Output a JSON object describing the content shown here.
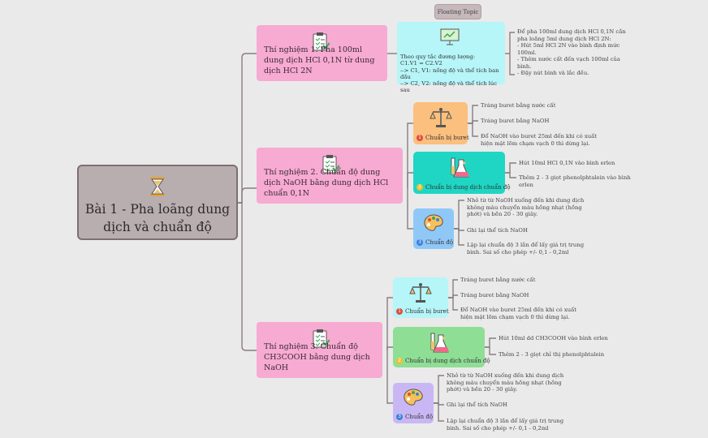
{
  "colors": {
    "branch_line": "#8a7d80",
    "root_fill": "#b8aeb0",
    "experiment_fill": "#f7aad2",
    "rule_fill": "#b6f5f8"
  },
  "floating_topic": "Floating Topic",
  "root": {
    "title": "Bài 1 - Pha loãng dung dịch và chuẩn độ",
    "icon": "hourglass-icon"
  },
  "experiments": [
    {
      "title": "Thí nghiệm 1. Pha 100ml dung dịch HCl 0,1N từ dung dịch HCl 2N",
      "icon": "checklist-icon",
      "rule": {
        "icon": "presentation-board-icon",
        "lines": [
          "Theo quy tắc đương lượng:",
          "C1.V1 = C2.V2",
          "--> C1, V1: nồng độ và thể tích ban đầu",
          "--> C2, V2: nồng độ và thể tích lúc sau"
        ]
      },
      "note_lines": [
        "Để pha 100ml dung dịch HCl 0,1N cần",
        "pha loãng 5ml dung dịch HCl 2N:",
        "- Hút 5ml HCl 2N vào bình định mức",
        "100ml.",
        "- Thêm nước cất đến vạch 100ml của",
        "bình.",
        "- Đậy nút bình và lắc đều."
      ]
    },
    {
      "title": "Thí nghiệm 2. Chuẩn độ dung dịch NaOH bằng dung dịch HCl chuẩn 0,1N",
      "icon": "checklist-icon",
      "steps": [
        {
          "number": "1",
          "label": "Chuẩn bị buret",
          "icon": "balance-scale-icon",
          "fill": "#fbbf7e",
          "num_color": "#e24b3b",
          "leaves": [
            [
              "Tráng buret bằng nước cất"
            ],
            [
              "Tráng buret bằng NaOH"
            ],
            [
              "Đổ NaOH vào buret 25ml đến khi có xuất",
              "hiện mặt lõm chạm vạch 0 thì dừng lại."
            ]
          ]
        },
        {
          "number": "2",
          "label": "Chuẩn bị dung dịch chuẩn độ",
          "icon": "lab-flask-icon",
          "fill": "#1fd6c4",
          "num_color": "#f3c02c",
          "leaves": [
            [
              "Hút 10ml HCl 0,1N vào bình erlen"
            ],
            [
              "Thêm 2 - 3 giọt phenolphtalein vào bình",
              "erlen"
            ]
          ]
        },
        {
          "number": "3",
          "label": "Chuẩn độ",
          "icon": "palette-icon",
          "fill": "#8fc8f7",
          "num_color": "#3d7fd9",
          "leaves": [
            [
              "Nhỏ từ từ NaOH xuống đến khi dung dịch",
              "không màu chuyển màu hồng nhạt (hồng",
              "phớt) và bền 20 - 30 giây."
            ],
            [
              "Ghi lại thể tích NaOH"
            ],
            [
              "Lặp lại chuẩn độ 3 lần để lấy giá trị trung",
              "bình. Sai số cho phép +/- 0,1 - 0,2ml"
            ]
          ]
        }
      ]
    },
    {
      "title": "Thí nghiệm 3. Chuẩn độ CH3COOH bằng dung dịch NaOH",
      "icon": "checklist-icon",
      "steps": [
        {
          "number": "1",
          "label": "Chuẩn bị buret",
          "icon": "balance-scale-icon",
          "fill": "#b6f5f8",
          "num_color": "#e24b3b",
          "leaves": [
            [
              "Tráng buret bằng nước cất"
            ],
            [
              "Tráng buret bằng NaOH"
            ],
            [
              "Đổ NaOH vào buret 25ml đến khi có xuất",
              "hiện mặt lõm chạm vạch 0 thì dừng lại."
            ]
          ]
        },
        {
          "number": "2",
          "label": "Chuẩn bị dung dịch chuẩn độ",
          "icon": "lab-flask-icon",
          "fill": "#8fde95",
          "num_color": "#f3c02c",
          "leaves": [
            [
              "Hút 10ml dd CH3COOH vào bình erlen"
            ],
            [
              "Thêm 2 - 3 giọt chỉ thị phenolphtalein"
            ]
          ]
        },
        {
          "number": "3",
          "label": "Chuẩn độ",
          "icon": "palette-icon",
          "fill": "#c9b7f5",
          "num_color": "#3d7fd9",
          "leaves": [
            [
              "Nhỏ từ từ NaOH xuống đến khi dung dịch",
              "không màu chuyển màu hồng nhạt (hồng",
              "phớt) và bền 20 - 30 giây."
            ],
            [
              "Ghi lại thể tích NaOH"
            ],
            [
              "Lặp lại chuẩn độ 3 lần để lấy giá trị trung",
              "bình. Sai số cho phép +/- 0,1 - 0,2ml"
            ]
          ]
        }
      ]
    }
  ]
}
